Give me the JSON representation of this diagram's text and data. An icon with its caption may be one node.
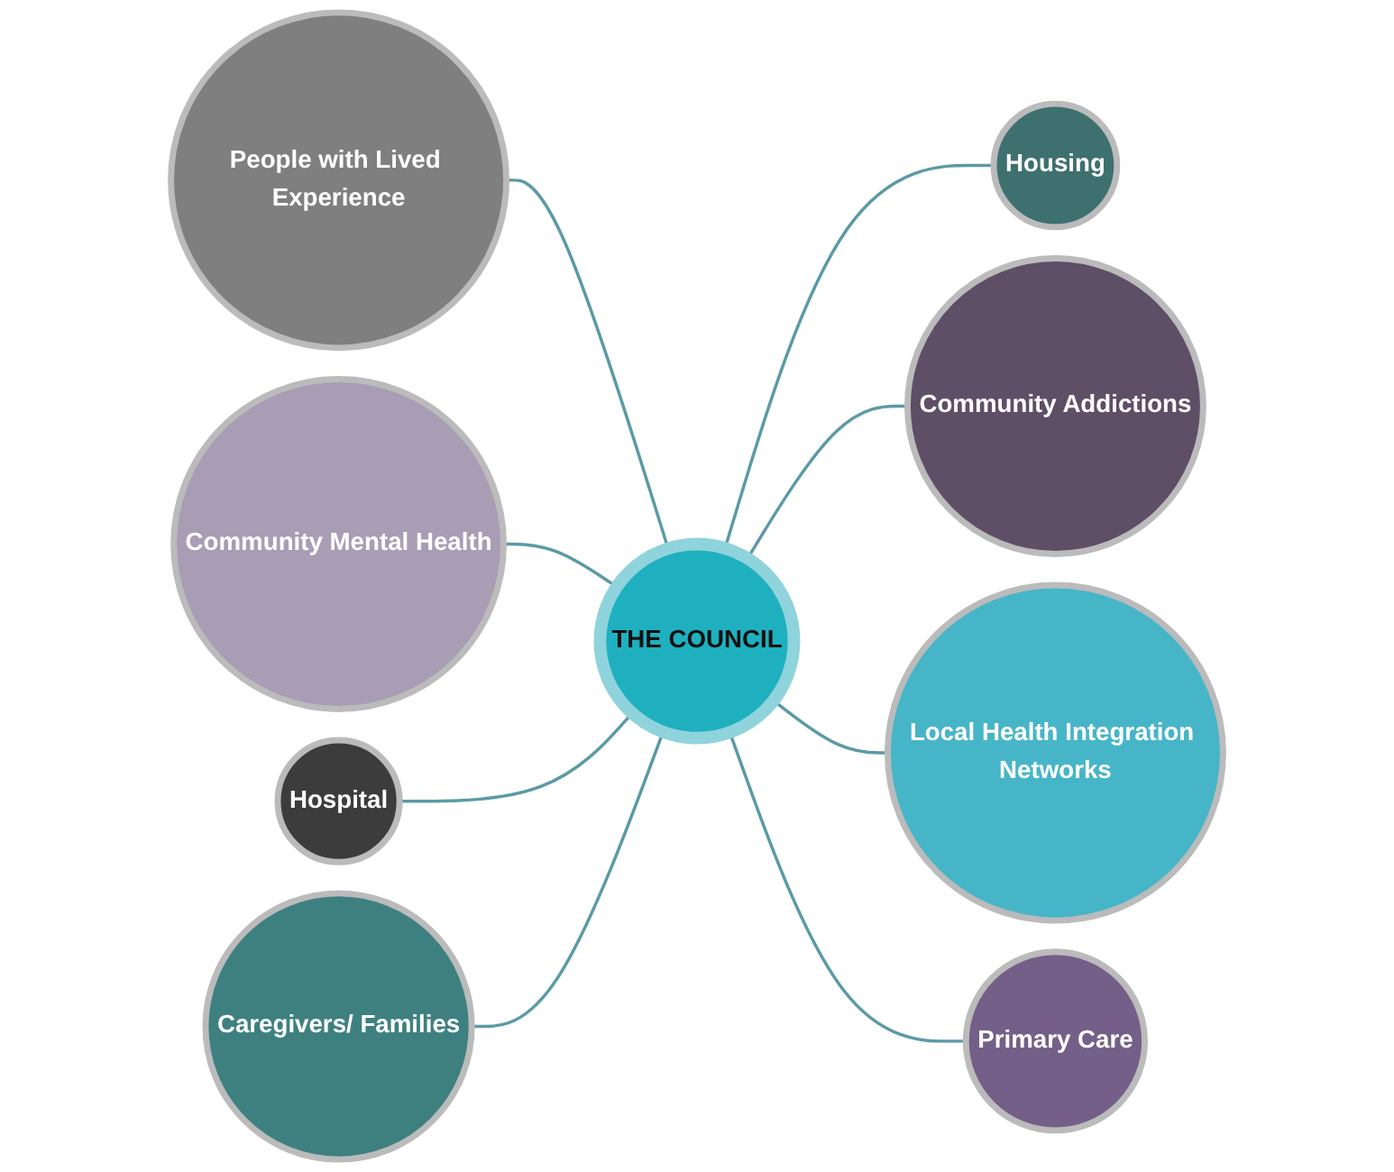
{
  "diagram": {
    "nodes": [
      {
        "text": [
          "People with Lived Experience"
        ]
      },
      {
        "text": [
          "Housing"
        ]
      },
      {
        "text": [
          "Community Mental Health"
        ]
      },
      {
        "text": [
          "Community Addictions"
        ]
      },
      {
        "text": [
          "THE COUNCIL"
        ]
      },
      {
        "text": [
          "Hospital"
        ]
      },
      {
        "text": [
          "Local Health Integration Networks"
        ]
      },
      {
        "text": [
          "Caregivers/ Families"
        ]
      },
      {
        "text": [
          "Primary Care"
        ]
      }
    ],
    "edges": [
      {
        "from": 0,
        "to": 4,
        "arrow": "none"
      },
      {
        "from": 4,
        "to": 1,
        "arrow": "none"
      },
      {
        "from": 2,
        "to": 4,
        "arrow": "none"
      },
      {
        "from": 4,
        "to": 3,
        "arrow": "none"
      },
      {
        "from": 5,
        "to": 4,
        "arrow": "none"
      },
      {
        "from": 4,
        "to": 6,
        "arrow": "none"
      },
      {
        "from": 7,
        "to": 4,
        "arrow": "none"
      },
      {
        "from": 4,
        "to": 8,
        "arrow": "none"
      }
    ]
  }
}
